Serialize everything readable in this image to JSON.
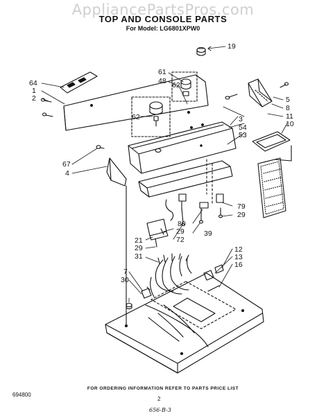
{
  "watermark": "AppliancePartsPros.com",
  "header": {
    "title": "TOP AND CONSOLE PARTS",
    "model_line": "For Model: LG6801XPW0"
  },
  "callouts": [
    "19",
    "61",
    "48",
    "62",
    "64",
    "1",
    "2",
    "5",
    "8",
    "11",
    "10",
    "3",
    "54",
    "53",
    "62",
    "67",
    "4",
    "79",
    "29",
    "80",
    "29",
    "39",
    "21",
    "72",
    "29",
    "31",
    "12",
    "13",
    "16",
    "7",
    "30"
  ],
  "footer": {
    "note": "FOR ORDERING INFORMATION REFER TO PARTS PRICE LIST",
    "doc_number": "694800",
    "page_number": "2",
    "handwritten": "656-B-3"
  }
}
